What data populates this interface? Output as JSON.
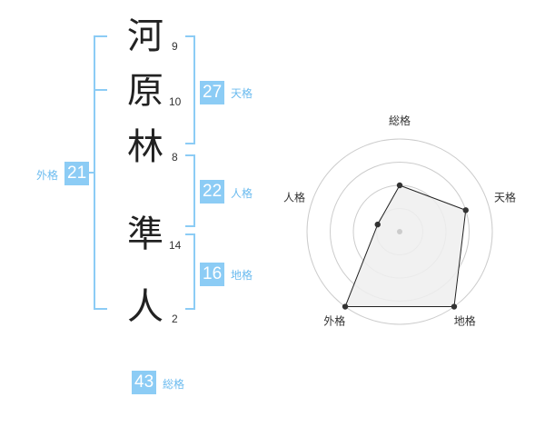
{
  "name": {
    "chars": [
      {
        "char": "河",
        "strokes": "9"
      },
      {
        "char": "原",
        "strokes": "10"
      },
      {
        "char": "林",
        "strokes": "8"
      },
      {
        "char": "準",
        "strokes": "14"
      },
      {
        "char": "人",
        "strokes": "2"
      }
    ]
  },
  "fortune": {
    "tenkaku": {
      "value": "27",
      "label": "天格"
    },
    "jinkaku": {
      "value": "22",
      "label": "人格"
    },
    "chikaku": {
      "value": "16",
      "label": "地格"
    },
    "gaikaku": {
      "value": "21",
      "label": "外格"
    },
    "soukaku": {
      "value": "43",
      "label": "総格"
    }
  },
  "colors": {
    "accent": "#8cccf5",
    "bracket": "#8cccf5",
    "label": "#6bbbef",
    "radar_fill": "#eeeeee",
    "radar_ring": "#cccccc"
  },
  "chart_data": {
    "type": "radar",
    "axes": [
      "総格",
      "天格",
      "地格",
      "外格",
      "人格"
    ],
    "levels": 4,
    "max": 4,
    "values": [
      2,
      3,
      4,
      4,
      1
    ]
  }
}
